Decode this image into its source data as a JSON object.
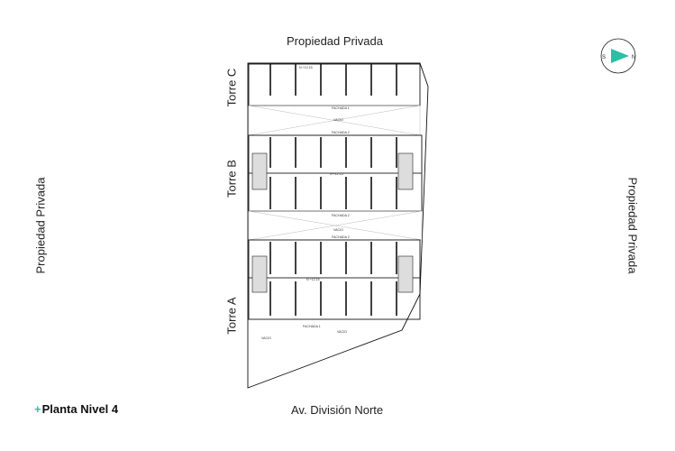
{
  "boundaries": {
    "top": "Propiedad Privada",
    "left": "Propiedad Privada",
    "right": "Propiedad Privada",
    "bottom": "Av. División Norte"
  },
  "towers": {
    "c": "Torre C",
    "b": "Torre B",
    "a": "Torre A"
  },
  "plan_title": {
    "prefix": "+",
    "text": "Planta Nivel 4"
  },
  "compass": {
    "south": "S",
    "north": "N",
    "accent_color": "#2bbfa4"
  },
  "plan_annotations": {
    "level_c": "N +12.15",
    "level_b": "N +12.15",
    "level_a": "N +12.15",
    "fachada_1": "FACHADA 1",
    "fachada_2": "FACHADA 2",
    "vacio": "VACIO"
  }
}
